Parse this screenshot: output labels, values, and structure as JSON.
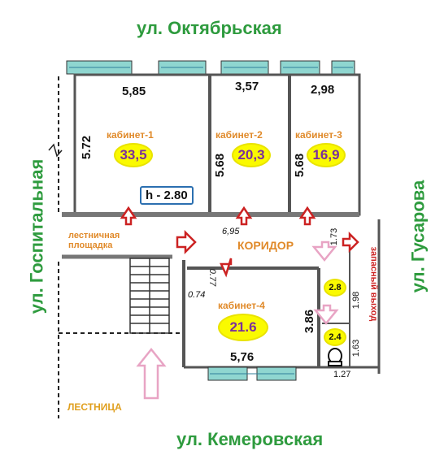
{
  "streets": {
    "top": "ул. Октябрьская",
    "bottom": "ул. Кемеровская",
    "left": "ул. Госпитальная",
    "right": "ул. Гусарова"
  },
  "rooms": [
    {
      "name": "кабинет-1",
      "area": "33,5"
    },
    {
      "name": "кабинет-2",
      "area": "20,3"
    },
    {
      "name": "кабинет-3",
      "area": "16,9"
    },
    {
      "name": "кабинет-4",
      "area": "21.6"
    }
  ],
  "labels": {
    "corridor": "КОРИДОР",
    "landing": "лестничная площадка",
    "stairs": "ЛЕСТНИЦА",
    "emergency_exit": "запасный выход",
    "height": "h - 2.80"
  },
  "dimensions": {
    "room1_width": "5,85",
    "room2_width": "3,57",
    "room3_width": "2,98",
    "room1_depth": "5.72",
    "room2_depth": "5.68",
    "room3_depth": "5.68",
    "corridor_len": "6,95",
    "room4_width": "5,76",
    "room4_depth": "3.86",
    "small_a": "0.74",
    "small_b": "0.77",
    "exit_len": "1.73",
    "wc_len": "1.98",
    "wc2_len": "1.63",
    "wc_width": "1.27"
  },
  "wc_areas": [
    "2.8",
    "2.4"
  ],
  "colors": {
    "street": "#2e9b3e",
    "room_label": "#e08a2a",
    "area_text": "#7a2f9c",
    "area_fill": "#fafa00",
    "arrow": "#cc2222",
    "window": "#8fd6d0"
  }
}
